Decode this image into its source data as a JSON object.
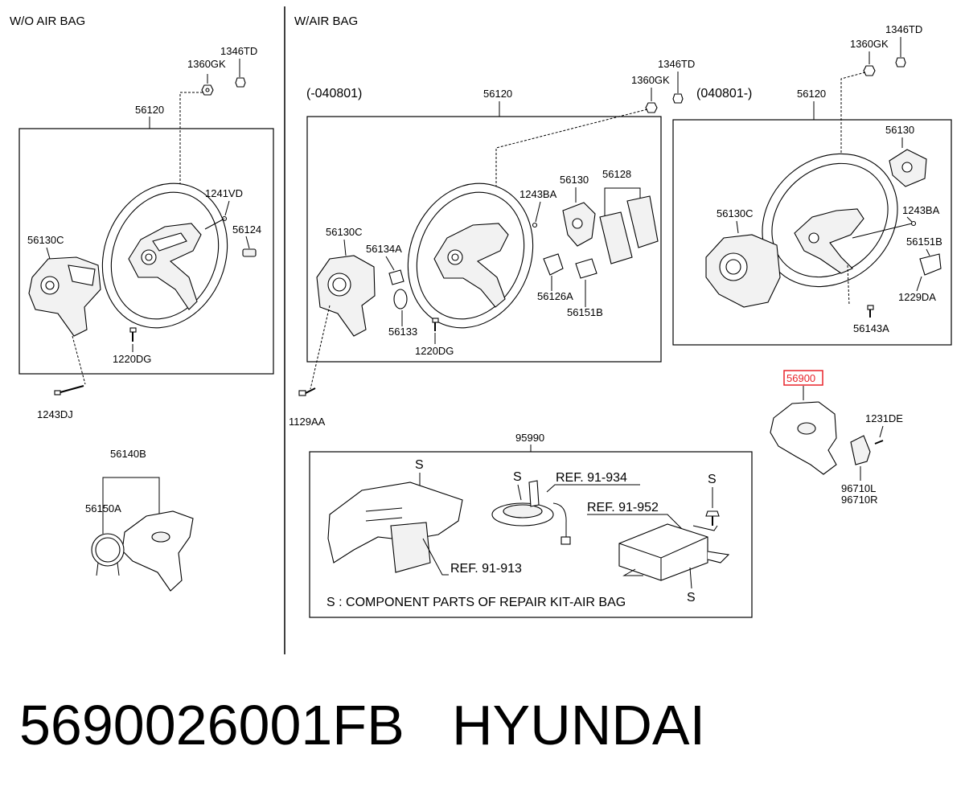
{
  "sections": {
    "without_airbag": "W/O AIR BAG",
    "with_airbag": "W/AIR BAG",
    "range_early": "(-040801)",
    "range_late": "(040801-)"
  },
  "parts": {
    "wo_1346TD": "1346TD",
    "wo_1360GK": "1360GK",
    "wo_56120": "56120",
    "wo_1241VD": "1241VD",
    "wo_56124": "56124",
    "wo_56130C": "56130C",
    "wo_1220DG": "1220DG",
    "wo_1243DJ": "1243DJ",
    "wo_56140B": "56140B",
    "wo_56150A": "56150A",
    "e_1346TD": "1346TD",
    "e_1360GK": "1360GK",
    "e_56120": "56120",
    "e_1243BA": "1243BA",
    "e_56130": "56130",
    "e_56128": "56128",
    "e_56130C": "56130C",
    "e_56134A": "56134A",
    "e_56133": "56133",
    "e_1220DG": "1220DG",
    "e_56126A": "56126A",
    "e_56151B": "56151B",
    "e_1129AA": "1129AA",
    "l_1346TD": "1346TD",
    "l_1360GK": "1360GK",
    "l_56120": "56120",
    "l_56130": "56130",
    "l_56130C": "56130C",
    "l_1243BA": "1243BA",
    "l_56151B": "56151B",
    "l_1229DA": "1229DA",
    "l_56143A": "56143A",
    "p_56900": "56900",
    "p_1231DE": "1231DE",
    "p_96710L": "96710L",
    "p_96710R": "96710R",
    "k_95990": "95990",
    "s_mark": "S"
  },
  "refs": {
    "ref_913": "REF. 91-913",
    "ref_934": "REF. 91-934",
    "ref_952": "REF. 91-952"
  },
  "kit_note": "S : COMPONENT PARTS OF REPAIR KIT-AIR BAG",
  "footer": {
    "part_number": "5690026001FB",
    "brand": "HYUNDAI"
  },
  "highlight_color": "#e8232a"
}
